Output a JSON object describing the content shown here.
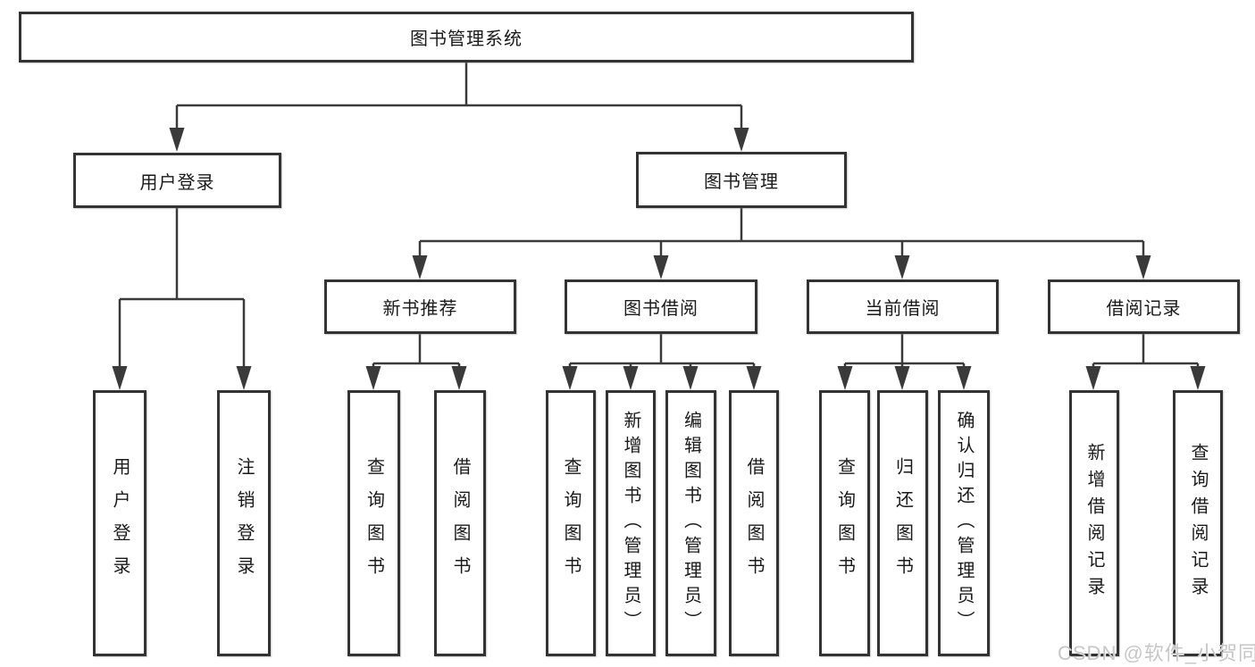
{
  "diagram": {
    "title": "图书管理系统",
    "nodes": {
      "root": "图书管理系统",
      "user_login": "用户登录",
      "book_mgmt": "图书管理",
      "new_book": "新书推荐",
      "borrow": "图书借阅",
      "current": "当前借阅",
      "record": "借阅记录",
      "leaf_user_login": "用户登录",
      "leaf_logout": "注销登录",
      "leaf_nb_query": "查询图书",
      "leaf_nb_borrow": "借阅图书",
      "leaf_bw_query": "查询图书",
      "leaf_bw_add": "新增图书（管理员）",
      "leaf_bw_edit": "编辑图书（管理员）",
      "leaf_bw_borrow": "借阅图书",
      "leaf_cur_query": "查询图书",
      "leaf_cur_return": "归还图书",
      "leaf_cur_confirm": "确认归还（管理员）",
      "leaf_rec_add": "新增借阅记录",
      "leaf_rec_query": "查询借阅记录"
    },
    "hierarchy": [
      {
        "parent": "图书管理系统",
        "children": [
          "用户登录",
          "图书管理"
        ]
      },
      {
        "parent": "用户登录",
        "children": [
          "用户登录",
          "注销登录"
        ]
      },
      {
        "parent": "图书管理",
        "children": [
          "新书推荐",
          "图书借阅",
          "当前借阅",
          "借阅记录"
        ]
      },
      {
        "parent": "新书推荐",
        "children": [
          "查询图书",
          "借阅图书"
        ]
      },
      {
        "parent": "图书借阅",
        "children": [
          "查询图书",
          "新增图书（管理员）",
          "编辑图书（管理员）",
          "借阅图书"
        ]
      },
      {
        "parent": "当前借阅",
        "children": [
          "查询图书",
          "归还图书",
          "确认归还（管理员）"
        ]
      },
      {
        "parent": "借阅记录",
        "children": [
          "新增借阅记录",
          "查询借阅记录"
        ]
      }
    ]
  },
  "watermark": {
    "text": "CSDN @软件_小贺同学"
  },
  "colors": {
    "line": "#3a3a3a",
    "box_border": "#333333",
    "background": "#ffffff",
    "text": "#1a1a1a",
    "watermark": "#c6c6c6"
  }
}
